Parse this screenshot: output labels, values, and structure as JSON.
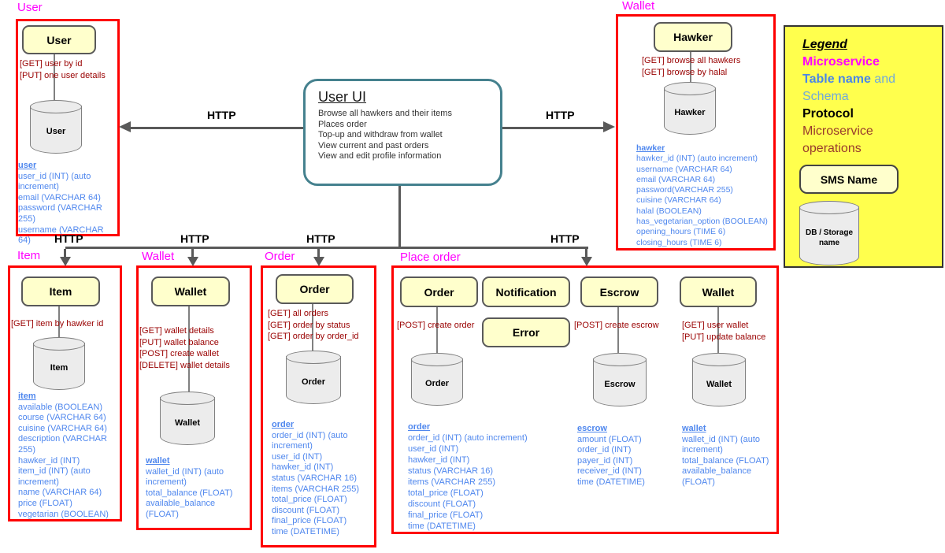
{
  "labels": {
    "http": "HTTP"
  },
  "user_ui": {
    "title": "User UI",
    "functions": [
      "Browse all hawkers and their items",
      "Places order",
      "Top-up and withdraw from wallet",
      "View current and past orders",
      "View and edit profile information"
    ]
  },
  "legend": {
    "title": "Legend",
    "microservice": "Microservice",
    "table_name": "Table name",
    "and_word": " and",
    "schema_word": "Schema",
    "protocol": "Protocol",
    "operations": "Microservice operations",
    "sms_name": "SMS Name",
    "db_label": "DB / Storage name"
  },
  "sections": {
    "user": {
      "tag": "User",
      "service": "User",
      "ops": [
        "[GET] user by id",
        "[PUT] one user details"
      ],
      "db": "User",
      "table": "user",
      "schema": [
        "user_id (INT) (auto increment)",
        "email (VARCHAR 64)",
        "password (VARCHAR 255)",
        "username (VARCHAR 64)"
      ]
    },
    "hawker": {
      "tag": "Wallet",
      "service": "Hawker",
      "ops": [
        "[GET] browse all hawkers",
        "[GET] browse by halal"
      ],
      "db": "Hawker",
      "table": "hawker",
      "schema": [
        "hawker_id (INT) (auto increment)",
        "username (VARCHAR 64)",
        "email (VARCHAR 64)",
        "password(VARCHAR 255)",
        "cuisine (VARCHAR 64)",
        "halal (BOOLEAN)",
        "has_vegetarian_option (BOOLEAN)",
        "opening_hours (TIME 6)",
        "closing_hours (TIME 6)"
      ]
    },
    "item": {
      "tag": "Item",
      "service": "Item",
      "ops": [
        "[GET] item by hawker id"
      ],
      "db": "Item",
      "table": "item",
      "schema": [
        "available (BOOLEAN)",
        "course (VARCHAR 64)",
        "cuisine (VARCHAR 64)",
        "description (VARCHAR 255)",
        "hawker_id (INT)",
        "item_id (INT) (auto increment)",
        "name (VARCHAR 64)",
        "price (FLOAT)",
        "vegetarian (BOOLEAN)"
      ]
    },
    "wallet": {
      "tag": "Wallet",
      "service": "Wallet",
      "ops": [
        "[GET] wallet details",
        "[PUT] wallet balance",
        "[POST] create wallet",
        "[DELETE] wallet details"
      ],
      "db": "Wallet",
      "table": "wallet",
      "schema": [
        "wallet_id (INT) (auto increment)",
        "total_balance (FLOAT)",
        "available_balance (FLOAT)"
      ]
    },
    "order": {
      "tag": "Order",
      "service": "Order",
      "ops": [
        "[GET] all orders",
        "[GET] order by status",
        "[GET] order by order_id"
      ],
      "db": "Order",
      "table": "order",
      "schema": [
        "order_id (INT) (auto increment)",
        "user_id (INT)",
        "hawker_id (INT)",
        "status (VARCHAR 16)",
        "items (VARCHAR 255)",
        "total_price (FLOAT)",
        "discount (FLOAT)",
        "final_price (FLOAT)",
        "time (DATETIME)"
      ]
    },
    "place_order": {
      "tag": "Place order",
      "order": {
        "service": "Order",
        "ops": [
          "[POST] create order"
        ],
        "db": "Order",
        "table": "order",
        "schema": [
          "order_id (INT) (auto increment)",
          "user_id (INT)",
          "hawker_id (INT)",
          "status (VARCHAR 16)",
          "items (VARCHAR 255)",
          "total_price (FLOAT)",
          "discount (FLOAT)",
          "final_price (FLOAT)",
          "time (DATETIME)"
        ]
      },
      "notification": {
        "service": "Notification"
      },
      "error": {
        "service": "Error"
      },
      "escrow": {
        "service": "Escrow",
        "ops": [
          "[POST] create escrow"
        ],
        "db": "Escrow",
        "table": "escrow",
        "schema": [
          "amount (FLOAT)",
          "order_id (INT)",
          "payer_id (INT)",
          "receiver_id (INT)",
          "time (DATETIME)"
        ]
      },
      "wallet": {
        "service": "Wallet",
        "ops": [
          "[GET] user wallet",
          "[PUT] update balance"
        ],
        "db": "Wallet",
        "table": "wallet",
        "schema": [
          "wallet_id (INT) (auto increment)",
          "total_balance (FLOAT)",
          "available_balance (FLOAT)"
        ]
      }
    }
  }
}
